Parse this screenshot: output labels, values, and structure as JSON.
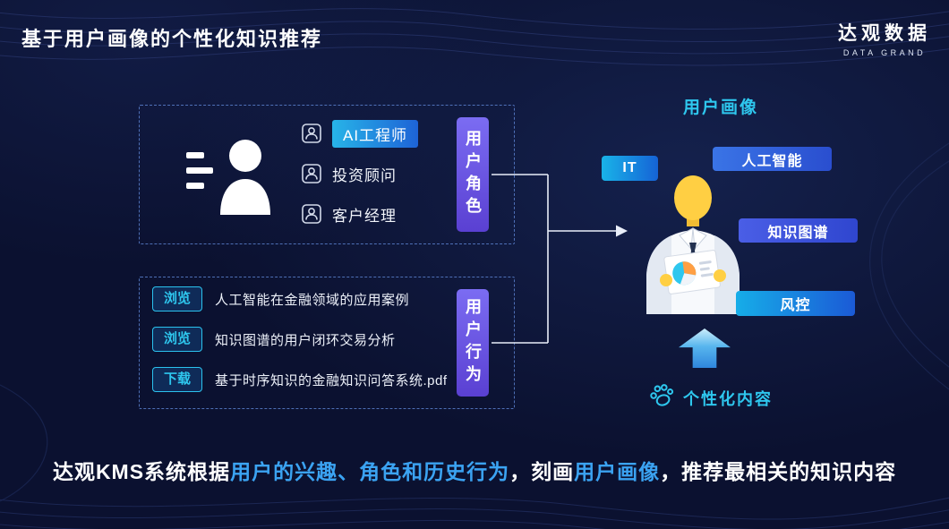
{
  "header": {
    "title": "基于用户画像的个性化知识推荐",
    "logo_text": "达观数据",
    "logo_sub": "DATA GRAND"
  },
  "roles_box": {
    "side_label": "用户角色",
    "items": [
      {
        "label": "AI工程师",
        "highlighted": true
      },
      {
        "label": "投资顾问",
        "highlighted": false
      },
      {
        "label": "客户经理",
        "highlighted": false
      }
    ]
  },
  "behavior_box": {
    "side_label": "用户行为",
    "items": [
      {
        "action": "浏览",
        "text": "人工智能在金融领域的应用案例"
      },
      {
        "action": "浏览",
        "text": "知识图谱的用户闭环交易分析"
      },
      {
        "action": "下载",
        "text": "基于时序知识的金融知识问答系统.pdf"
      }
    ]
  },
  "profile": {
    "heading": "用户画像",
    "tags": [
      "IT",
      "人工智能",
      "知识图谱",
      "风控"
    ],
    "personalized": "个性化内容"
  },
  "footer": {
    "seg1": "达观KMS系统根据",
    "seg2": "用户的兴趣、角色和历史行为",
    "seg3": "，刻画",
    "seg4": "用户画像",
    "seg5": "，推荐最相关的知识内容"
  },
  "colors": {
    "background": "#0b1130",
    "accent_cyan": "#2ec7ee",
    "accent_blue": "#3ba3f2",
    "tag_blue": "#2f5fd8",
    "purple_label_top": "#7b6cf2",
    "purple_label_bottom": "#5a40d2",
    "highlight_chip_left": "#27b4e8",
    "highlight_chip_right": "#1e63d6"
  }
}
